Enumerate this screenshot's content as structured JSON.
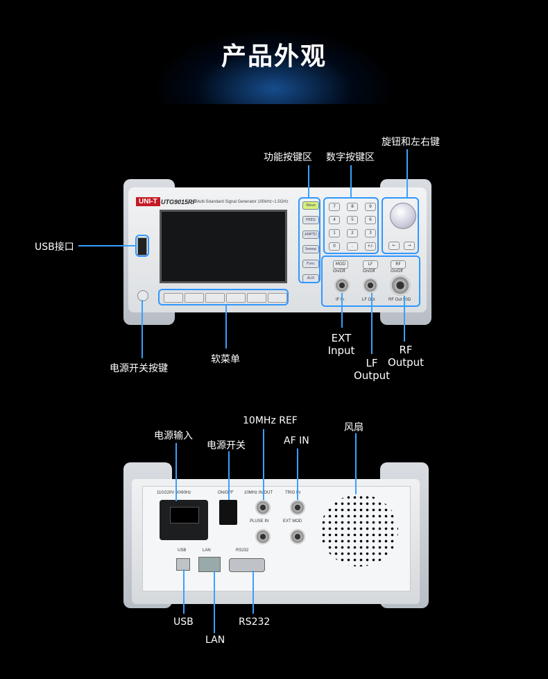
{
  "page_title": "产品外观",
  "front": {
    "brand": "UNI-T",
    "model": "UTG9015RF",
    "description": "Multi-Sdandard Signal Generator 100kHz~1.5GHz",
    "function_keys": [
      "Wave",
      "FREQ",
      "AMPTD",
      "Sweep",
      "Func",
      "AUX"
    ],
    "numeric_keys": [
      "7",
      "8",
      "9",
      "4",
      "5",
      "6",
      "1",
      "2",
      "3",
      "0",
      ".",
      "+/-"
    ],
    "arrow_keys": [
      "←",
      "→"
    ],
    "mod_buttons": [
      {
        "label": "MOD",
        "sub": "On/Off"
      },
      {
        "label": "LF",
        "sub": "On/Off"
      },
      {
        "label": "RF",
        "sub": "On/Off"
      }
    ],
    "connector_labels": [
      "IF In",
      "LF Out",
      "RF Out 50Ω"
    ],
    "callouts": {
      "function_keys": "功能按键区",
      "numeric_keys": "数字按键区",
      "knob_arrows": "旋钮和左右键",
      "usb": "USB接口",
      "power_button": "电源开关按键",
      "soft_menu": "软菜单",
      "ext_input": "EXT\nInput",
      "lf_output": "LF\nOutput",
      "rf_output": "RF\nOutput"
    }
  },
  "rear": {
    "power_rating": "110/220V 50/60Hz",
    "switch_label": "ON/OFF",
    "bnc_top_labels": [
      "10MHz IN/OUT",
      "TRIG IN"
    ],
    "bnc_bottom_labels": [
      "PLUSE IN",
      "EXT MOD"
    ],
    "usb_label": "USB",
    "lan_label": "LAN",
    "rs232_label": "RS232",
    "callouts": {
      "power_input": "电源输入",
      "power_switch": "电源开关",
      "ref_10mhz": "10MHz REF",
      "af_in": "AF IN",
      "fan": "风扇",
      "usb": "USB",
      "lan": "LAN",
      "rs232": "RS232"
    }
  },
  "colors": {
    "background": "#000000",
    "callout_line": "#3aa0ff",
    "brand_red": "#c51a24"
  }
}
